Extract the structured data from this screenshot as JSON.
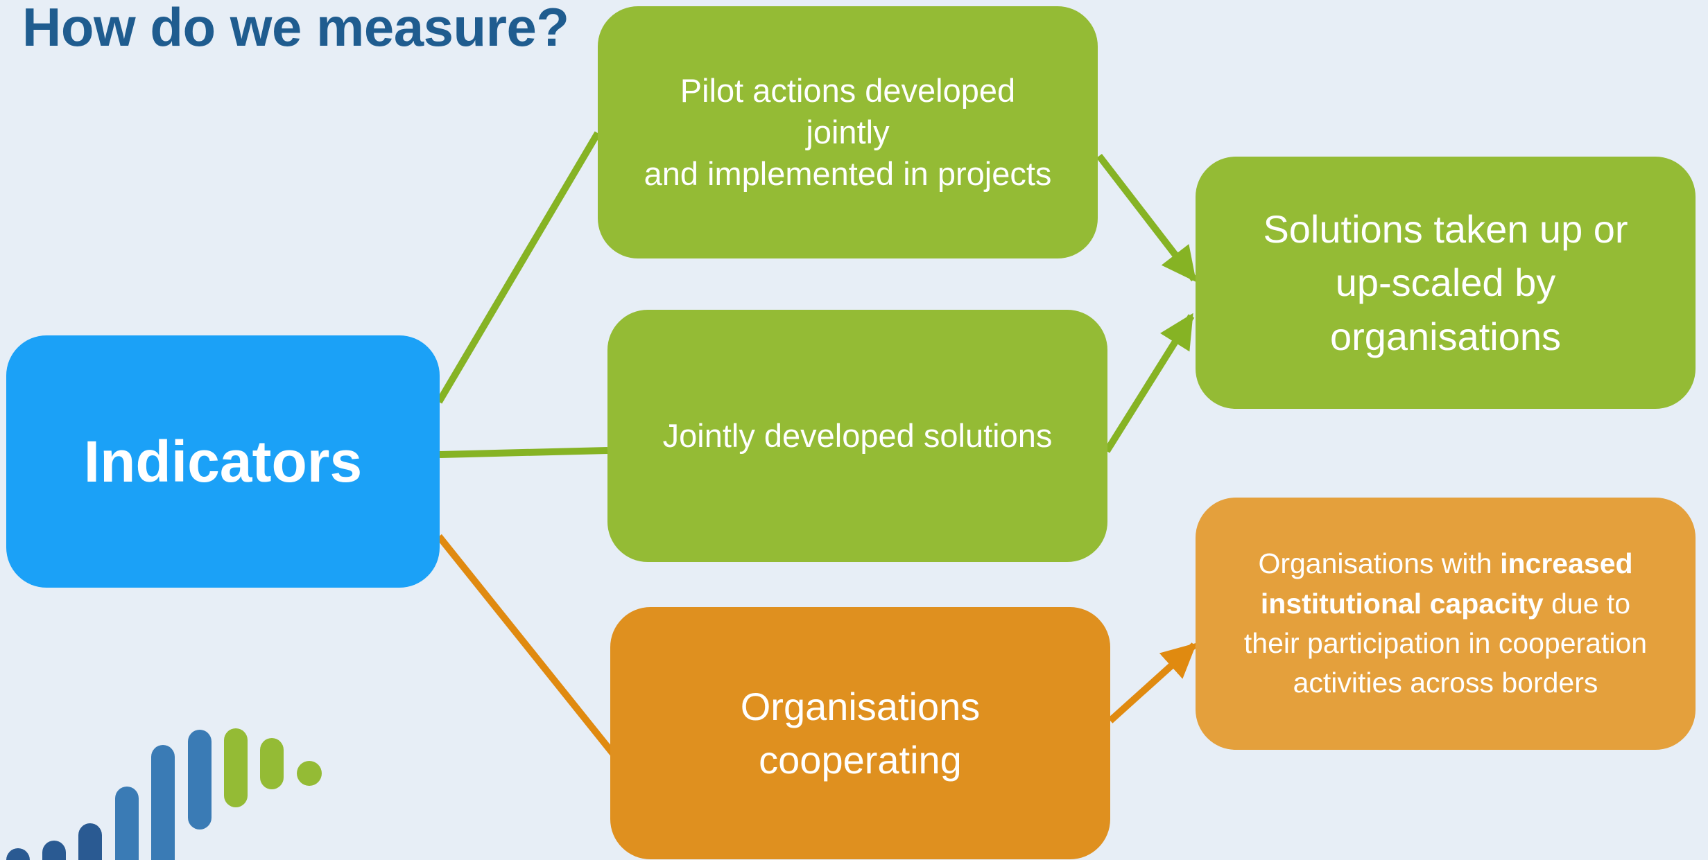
{
  "title": "How do we measure?",
  "indicators": {
    "label": "Indicators",
    "color": "#1ba1f7"
  },
  "outputs": {
    "pilot_actions": "Pilot actions developed\njointly\nand implemented in projects",
    "jointly_developed": "Jointly developed solutions",
    "organisations_cooperating": "Organisations\ncooperating"
  },
  "results": {
    "solutions_taken_up": "Solutions taken up or\nup-scaled by\norganisations",
    "capacity": {
      "part1": "Organisations with ",
      "bold1": "increased",
      "bold2": "institutional capacity",
      "part2": " due to their participation in cooperation activities across borders"
    }
  },
  "colors": {
    "background": "#e7eef6",
    "title": "#1f5c8f",
    "green": "#94bb35",
    "green_line": "#86b324",
    "orange_dark": "#df901f",
    "orange_light": "#e4a03c",
    "orange_line": "#e08a10",
    "logo_dark_blue": "#2a5a92",
    "logo_blue": "#3a7bb5",
    "logo_green": "#94bb35"
  },
  "logo": {
    "icon": "bar-chart-logo-icon"
  }
}
